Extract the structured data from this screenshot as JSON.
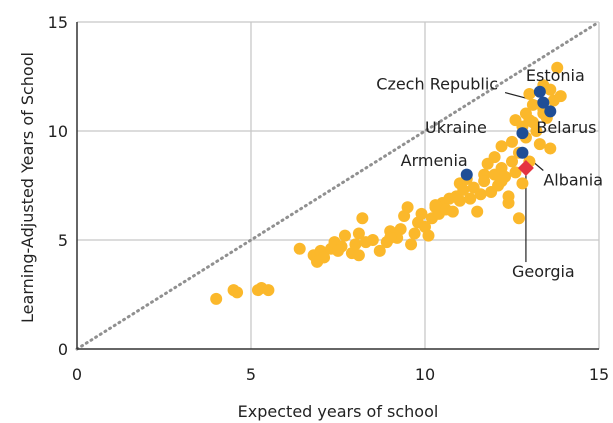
{
  "chart_data": {
    "type": "scatter",
    "xlabel": "Expected years of school",
    "ylabel": "Learning-Adjusted Years of School",
    "xlim": [
      0,
      15
    ],
    "ylim": [
      0,
      15
    ],
    "x_ticks": [
      0,
      5,
      10,
      15
    ],
    "y_ticks": [
      0,
      5,
      10,
      15
    ],
    "grid": true,
    "reference_line": {
      "style": "dotted",
      "from": [
        0,
        0
      ],
      "to": [
        15,
        15
      ]
    },
    "colors": {
      "other": "#fbb82b",
      "highlight": "#1f4e96",
      "georgia": "#e53340",
      "grid": "#c8c8c8",
      "reference": "#909090",
      "axis": "#333333"
    },
    "series": [
      {
        "marker": "circle",
        "points": [
          [
            4.0,
            2.3
          ],
          [
            4.5,
            2.7
          ],
          [
            4.6,
            2.6
          ],
          [
            5.2,
            2.7
          ],
          [
            5.3,
            2.8
          ],
          [
            5.5,
            2.7
          ],
          [
            6.4,
            4.6
          ],
          [
            6.8,
            4.3
          ],
          [
            6.9,
            4.0
          ],
          [
            7.0,
            4.5
          ],
          [
            7.1,
            4.2
          ],
          [
            7.3,
            4.6
          ],
          [
            7.4,
            4.9
          ],
          [
            7.6,
            4.7
          ],
          [
            7.7,
            5.2
          ],
          [
            7.9,
            4.4
          ],
          [
            8.0,
            4.8
          ],
          [
            8.1,
            4.3
          ],
          [
            8.1,
            5.3
          ],
          [
            8.2,
            6.0
          ],
          [
            8.3,
            4.9
          ],
          [
            8.5,
            5.0
          ],
          [
            8.9,
            4.9
          ],
          [
            9.0,
            5.4
          ],
          [
            9.2,
            5.1
          ],
          [
            9.3,
            5.5
          ],
          [
            9.4,
            6.1
          ],
          [
            9.5,
            6.5
          ],
          [
            9.6,
            4.8
          ],
          [
            9.7,
            5.3
          ],
          [
            9.8,
            5.8
          ],
          [
            9.9,
            6.2
          ],
          [
            10.0,
            5.6
          ],
          [
            10.1,
            5.2
          ],
          [
            10.2,
            6.0
          ],
          [
            10.3,
            6.5
          ],
          [
            10.4,
            6.2
          ],
          [
            10.5,
            6.7
          ],
          [
            10.6,
            6.4
          ],
          [
            10.7,
            6.9
          ],
          [
            10.8,
            6.3
          ],
          [
            10.9,
            7.0
          ],
          [
            11.0,
            6.8
          ],
          [
            11.0,
            7.6
          ],
          [
            11.1,
            7.3
          ],
          [
            11.2,
            7.8
          ],
          [
            11.3,
            6.9
          ],
          [
            11.4,
            7.4
          ],
          [
            11.5,
            6.3
          ],
          [
            11.6,
            7.1
          ],
          [
            11.7,
            8.0
          ],
          [
            11.8,
            8.5
          ],
          [
            11.9,
            7.2
          ],
          [
            12.0,
            8.0
          ],
          [
            12.0,
            8.8
          ],
          [
            12.1,
            7.5
          ],
          [
            12.2,
            8.3
          ],
          [
            12.2,
            9.3
          ],
          [
            12.3,
            7.9
          ],
          [
            12.4,
            6.7
          ],
          [
            12.4,
            7.0
          ],
          [
            12.5,
            8.6
          ],
          [
            12.5,
            9.5
          ],
          [
            12.6,
            8.1
          ],
          [
            12.7,
            9.0
          ],
          [
            12.7,
            6.0
          ],
          [
            12.8,
            10.2
          ],
          [
            12.8,
            7.6
          ],
          [
            12.9,
            10.8
          ],
          [
            12.9,
            9.7
          ],
          [
            13.0,
            11.7
          ],
          [
            13.0,
            8.6
          ],
          [
            13.0,
            10.5
          ],
          [
            13.1,
            11.2
          ],
          [
            13.2,
            10.0
          ],
          [
            13.3,
            9.4
          ],
          [
            13.4,
            11.0
          ],
          [
            13.4,
            12.1
          ],
          [
            13.5,
            10.6
          ],
          [
            13.6,
            11.9
          ],
          [
            13.6,
            9.2
          ],
          [
            13.7,
            11.4
          ],
          [
            13.8,
            12.9
          ],
          [
            13.9,
            11.6
          ],
          [
            6.9,
            4.0
          ],
          [
            7.5,
            4.5
          ],
          [
            9.0,
            5.1
          ],
          [
            8.7,
            4.5
          ],
          [
            10.3,
            6.6
          ],
          [
            11.7,
            7.7
          ],
          [
            12.2,
            7.7
          ],
          [
            13.1,
            10.4
          ],
          [
            12.6,
            10.5
          ],
          [
            13.4,
            10.8
          ]
        ]
      },
      {
        "marker": "circle",
        "points": [
          [
            13.3,
            11.8
          ],
          [
            13.6,
            10.9
          ],
          [
            13.4,
            11.3
          ],
          [
            12.8,
            9.9
          ],
          [
            12.8,
            9.0
          ],
          [
            11.2,
            8.0
          ]
        ]
      },
      {
        "marker": "diamond",
        "points": [
          [
            12.9,
            8.3
          ]
        ]
      }
    ],
    "annotations": [
      {
        "text": "Estonia",
        "point": [
          13.3,
          11.8
        ],
        "label_at": [
          12.9,
          12.3
        ],
        "anchor": "start",
        "leader": true
      },
      {
        "text": "Czech Republic",
        "point": [
          13.4,
          11.3
        ],
        "label_at": [
          8.6,
          11.9
        ],
        "anchor": "start",
        "leader": true
      },
      {
        "text": "Belarus",
        "point": [
          13.6,
          10.9
        ],
        "label_at": [
          13.2,
          9.9
        ],
        "anchor": "start",
        "leader": true
      },
      {
        "text": "Ukraine",
        "point": [
          12.8,
          9.9
        ],
        "label_at": [
          10.0,
          9.9
        ],
        "anchor": "start",
        "leader": false
      },
      {
        "text": "Armenia",
        "point": [
          11.2,
          8.0
        ],
        "label_at": [
          9.3,
          8.4
        ],
        "anchor": "start",
        "leader": false
      },
      {
        "text": "Albania",
        "point": [
          12.8,
          9.0
        ],
        "label_at": [
          13.4,
          7.5
        ],
        "anchor": "start",
        "leader": true
      },
      {
        "text": "Georgia",
        "point": [
          12.9,
          8.3
        ],
        "label_at": [
          12.5,
          3.3
        ],
        "anchor": "start",
        "leader": true
      }
    ]
  }
}
